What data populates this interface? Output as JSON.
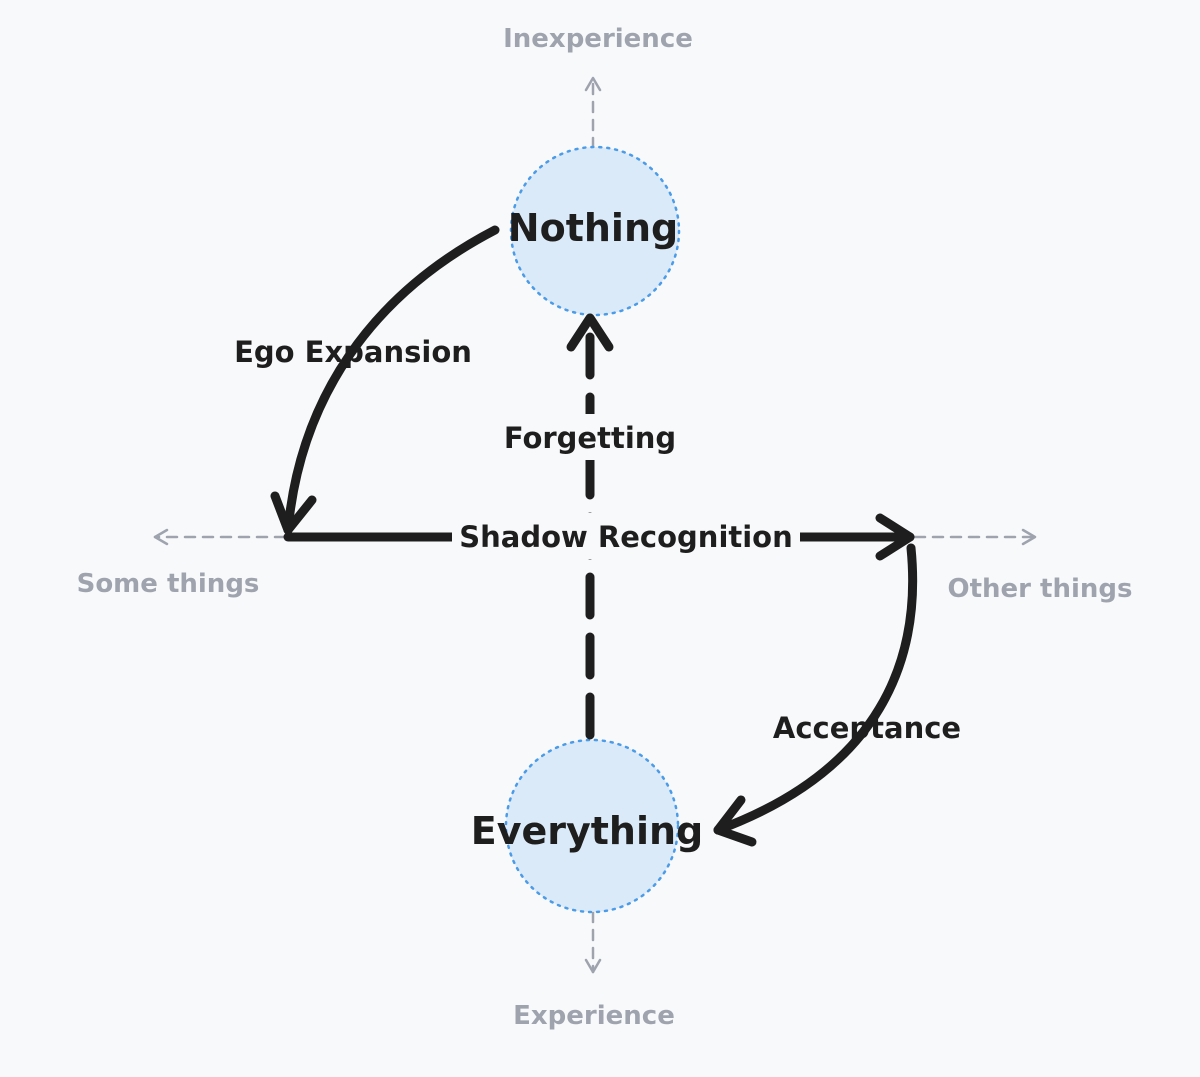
{
  "colors": {
    "background": "#f8f9fb",
    "axis": "#9ea3ad",
    "ink": "#1e1e1e",
    "node_fill": "#dbeaf9",
    "node_stroke": "#4a9be8"
  },
  "axes": {
    "top": "Inexperience",
    "bottom": "Experience",
    "left": "Some things",
    "right": "Other things"
  },
  "nodes": {
    "nothing": "Nothing",
    "everything": "Everything"
  },
  "edges": {
    "ego_expansion": "Ego Expansion",
    "forgetting": "Forgetting",
    "shadow_recognition": "Shadow Recognition",
    "acceptance": "Acceptance"
  }
}
